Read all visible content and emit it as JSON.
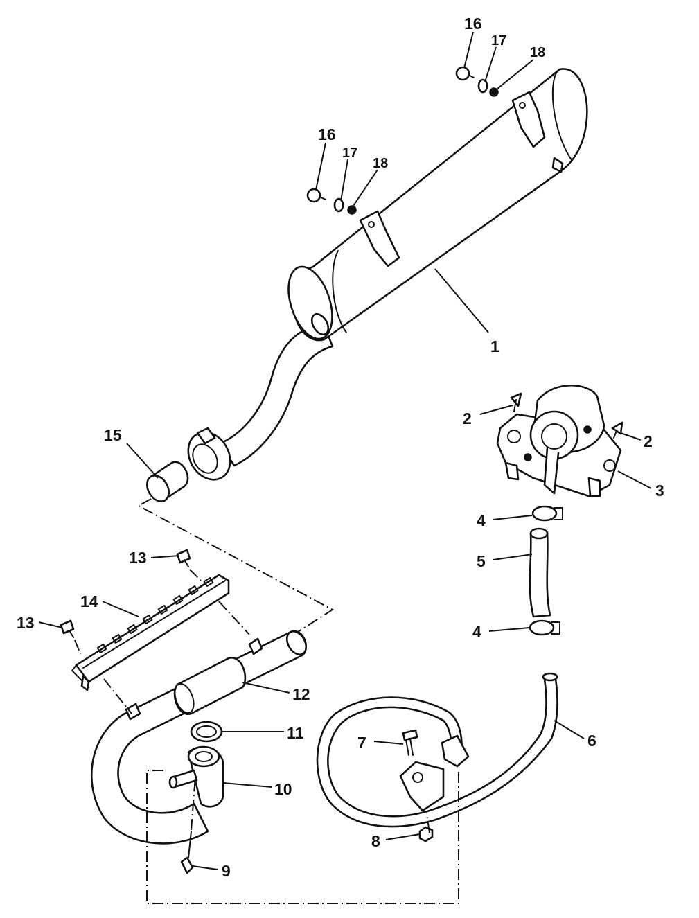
{
  "callouts": [
    {
      "id": "c1",
      "label": "1"
    },
    {
      "id": "c2a",
      "label": "2"
    },
    {
      "id": "c2b",
      "label": "2"
    },
    {
      "id": "c3",
      "label": "3"
    },
    {
      "id": "c4a",
      "label": "4"
    },
    {
      "id": "c4b",
      "label": "4"
    },
    {
      "id": "c5",
      "label": "5"
    },
    {
      "id": "c6",
      "label": "6"
    },
    {
      "id": "c7",
      "label": "7"
    },
    {
      "id": "c8",
      "label": "8"
    },
    {
      "id": "c9",
      "label": "9"
    },
    {
      "id": "c10",
      "label": "10"
    },
    {
      "id": "c11",
      "label": "11"
    },
    {
      "id": "c12",
      "label": "12"
    },
    {
      "id": "c13a",
      "label": "13"
    },
    {
      "id": "c13b",
      "label": "13"
    },
    {
      "id": "c14",
      "label": "14"
    },
    {
      "id": "c15",
      "label": "15"
    },
    {
      "id": "c16a",
      "label": "16"
    },
    {
      "id": "c17a",
      "label": "17"
    },
    {
      "id": "c18a",
      "label": "18"
    },
    {
      "id": "c16b",
      "label": "16"
    },
    {
      "id": "c17b",
      "label": "17"
    },
    {
      "id": "c18b",
      "label": "18"
    }
  ]
}
